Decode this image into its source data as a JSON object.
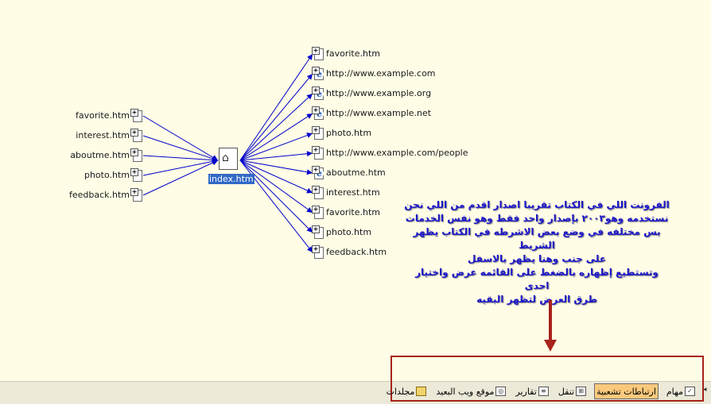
{
  "center": {
    "label": "index.htm"
  },
  "left_nodes": [
    {
      "label": "favorite.htm",
      "icon": "page-plus-icon"
    },
    {
      "label": "interest.htm",
      "icon": "page-plus-icon"
    },
    {
      "label": "aboutme.htm",
      "icon": "page-plus-icon"
    },
    {
      "label": "photo.htm",
      "icon": "page-plus-icon"
    },
    {
      "label": "feedback.htm",
      "icon": "page-plus-icon"
    }
  ],
  "right_nodes": [
    {
      "label": "favorite.htm",
      "icon": "page-plus-icon"
    },
    {
      "label": "http://www.example.com",
      "icon": "ie-icon"
    },
    {
      "label": "http://www.example.org",
      "icon": "ie-icon"
    },
    {
      "label": "http://www.example.net",
      "icon": "ie-icon"
    },
    {
      "label": "photo.htm",
      "icon": "page-plus-icon"
    },
    {
      "label": "http://www.example.com/people",
      "icon": "page-plus-icon"
    },
    {
      "label": "aboutme.htm",
      "icon": "ie-icon"
    },
    {
      "label": "interest.htm",
      "icon": "page-plus-icon"
    },
    {
      "label": "favorite.htm",
      "icon": "page-plus-icon"
    },
    {
      "label": "photo.htm",
      "icon": "page-plus-icon"
    },
    {
      "label": "feedback.htm",
      "icon": "page-plus-icon"
    }
  ],
  "note": {
    "line1": "الفرونت اللي في الكتاب تقريبا اصدار اقدم من اللي نحن",
    "line2": "نستخدمه وهو٢٠٠٣ بإصدار واحد فقط وهو نفس الخدمات",
    "line3": "بس مختلفه في وضع بعض الاشرطه في الكتاب يظهر الشريط",
    "line4": "على جنب وهنا يظهر بالاسفل",
    "line5": "وتستطيع إظهاره بالضغط على القائمه عرض واختيار احدى",
    "line6": "طرق العرض لتظهر البقيه"
  },
  "viewbar": {
    "folders": "مجلدات",
    "remote_site": "موقع ويب البعيد",
    "reports": "تقارير",
    "navigation": "تنقل",
    "hyperlinks": "ارتباطات تشعبية",
    "tasks": "مهام"
  },
  "colors": {
    "link_line": "#0000cc",
    "note_text": "#1d17c9",
    "highlight": "#3169c6",
    "red_box": "#a8231c",
    "active_view": "#fbc97c"
  }
}
